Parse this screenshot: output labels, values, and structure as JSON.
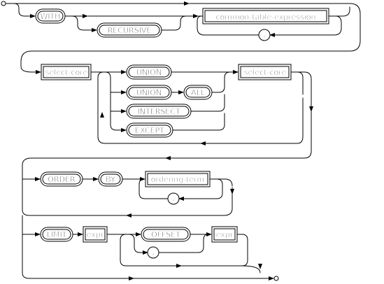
{
  "diagram": {
    "terminals": {
      "with": "WITH",
      "recursive": "RECURSIVE",
      "union": "UNION",
      "union_all_union": "UNION",
      "all": "ALL",
      "intersect": "INTERSECT",
      "except": "EXCEPT",
      "order": "ORDER",
      "by": "BY",
      "limit": "LIMIT",
      "offset": "OFFSET"
    },
    "nonterminals": {
      "common_table_expression": "common-table-expression",
      "select_core_1": "select-core",
      "select_core_2": "select-core",
      "ordering_term": "ordering-term",
      "limit_expr": "expr",
      "offset_expr": "expr"
    },
    "separators": {
      "cte_comma": ",",
      "order_comma": ",",
      "limit_comma": ","
    }
  }
}
